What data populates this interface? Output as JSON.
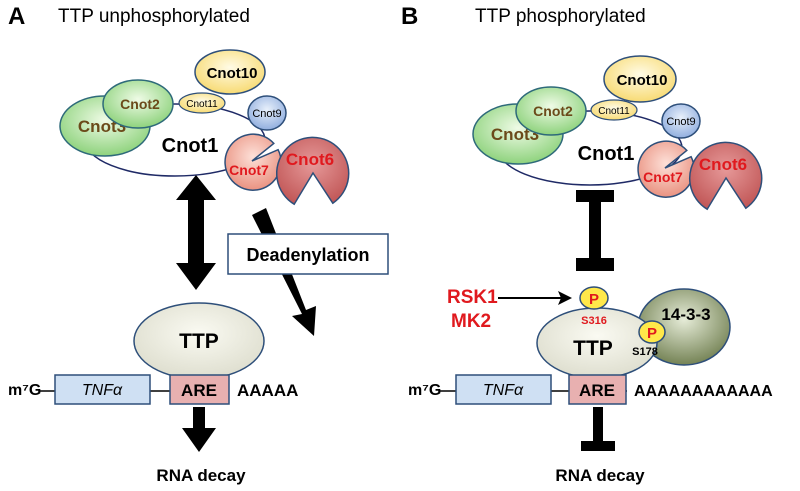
{
  "panelA": {
    "letter": "A",
    "title": "TTP unphosphorylated",
    "subunits": {
      "cnot1": "Cnot1",
      "cnot2": "Cnot2",
      "cnot3": "Cnot3",
      "cnot6": "Cnot6",
      "cnot7": "Cnot7",
      "cnot9": "Cnot9",
      "cnot10": "Cnot10",
      "cnot11": "Cnot11"
    },
    "deadenylation": "Deadenylation",
    "ttp": "TTP",
    "mrna": {
      "cap": "m⁷G",
      "gene": "TNFα",
      "element": "ARE",
      "tail": "AAAAA"
    },
    "outcome": "RNA decay"
  },
  "panelB": {
    "letter": "B",
    "title": "TTP phosphorylated",
    "subunits": {
      "cnot1": "Cnot1",
      "cnot2": "Cnot2",
      "cnot3": "Cnot3",
      "cnot6": "Cnot6",
      "cnot7": "Cnot7",
      "cnot9": "Cnot9",
      "cnot10": "Cnot10",
      "cnot11": "Cnot11"
    },
    "kinases": [
      "RSK1",
      "MK2"
    ],
    "phospho": "P",
    "site1": "S316",
    "site2": "S178",
    "adaptor": "14-3-3",
    "ttp": "TTP",
    "mrna": {
      "cap": "m⁷G",
      "gene": "TNFα",
      "element": "ARE",
      "tail": "AAAAAAAAAAAA"
    },
    "outcome": "RNA decay"
  },
  "colors": {
    "green": "#b8e6a4",
    "greenDark": "#7cc86e",
    "yellow": "#fde68a",
    "blue": "#a9c0e6",
    "red": "#cf6b6b",
    "salmon": "#f2a08f",
    "ttp": "#ecece0",
    "gene": "#cfe0f3",
    "are": "#e8b0b0",
    "olive": "#7a8a5a",
    "textBrown": "#6b4a1a",
    "textRed": "#e0191e"
  }
}
